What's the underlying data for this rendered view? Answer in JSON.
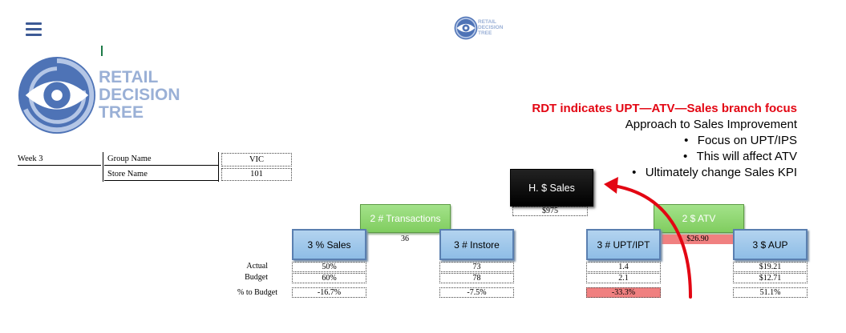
{
  "brand": {
    "line1": "RETAIL",
    "line2": "DECISION",
    "line3": "TREE"
  },
  "meta": {
    "week_label": "Week 3",
    "group_name_label": "Group Name",
    "group_name_value": "VIC",
    "store_name_label": "Store Name",
    "store_name_value": "101"
  },
  "callout": {
    "headline": "RDT indicates UPT—ATV—Sales branch focus",
    "intro": "Approach to Sales Improvement",
    "bullets": [
      "Focus on UPT/IPS",
      "This will affect ATV",
      "Ultimately change Sales KPI"
    ],
    "bullet_char": "•"
  },
  "row_labels": {
    "actual": "Actual",
    "budget": "Budget",
    "to_budget": "% to Budget"
  },
  "tree": {
    "h_sales": {
      "label": "H. $ Sales",
      "value": "$975"
    },
    "transactions": {
      "label": "2 # Transactions",
      "value": "36"
    },
    "atv": {
      "label": "2 $ ATV",
      "value": "$26.90"
    },
    "pct_sales": {
      "label": "3 % Sales",
      "actual": "50%",
      "budget": "60%",
      "to_budget": "-16.7%"
    },
    "instore": {
      "label": "3 # Instore",
      "actual": "73",
      "budget": "78",
      "to_budget": "-7.5%"
    },
    "upt": {
      "label": "3 # UPT/IPT",
      "actual": "1.4",
      "budget": "2.1",
      "to_budget": "-33.3%"
    },
    "aup": {
      "label": "3 $ AUP",
      "actual": "$19.21",
      "budget": "$12.71",
      "to_budget": "51.1%"
    }
  },
  "colors": {
    "accent_red": "#e30613",
    "node_blue": "#9fc6ea",
    "node_green": "#8dd56c",
    "node_black": "#000000",
    "negative_fill": "#f08080"
  }
}
